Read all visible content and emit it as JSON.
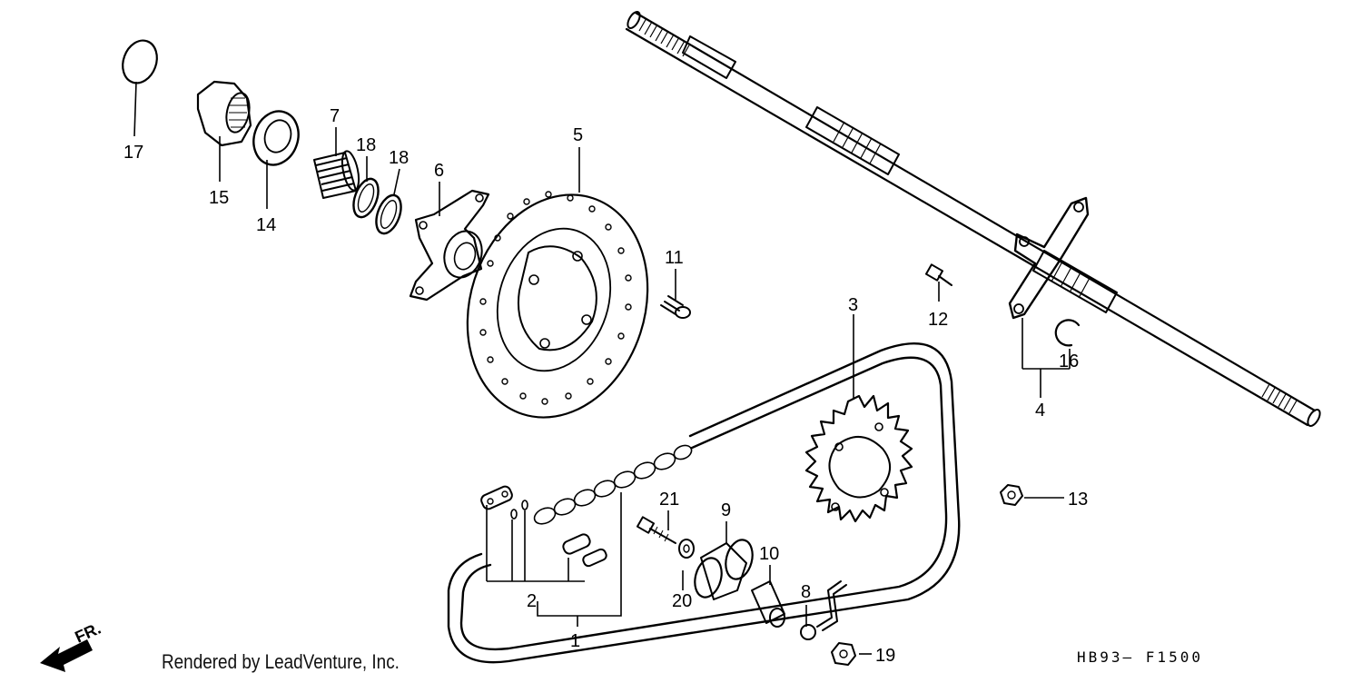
{
  "diagram": {
    "callouts": [
      {
        "id": "1",
        "text": "1"
      },
      {
        "id": "2",
        "text": "2"
      },
      {
        "id": "3",
        "text": "3"
      },
      {
        "id": "4",
        "text": "4"
      },
      {
        "id": "5",
        "text": "5"
      },
      {
        "id": "6",
        "text": "6"
      },
      {
        "id": "7",
        "text": "7"
      },
      {
        "id": "8",
        "text": "8"
      },
      {
        "id": "9",
        "text": "9"
      },
      {
        "id": "10",
        "text": "10"
      },
      {
        "id": "11",
        "text": "11"
      },
      {
        "id": "12",
        "text": "12"
      },
      {
        "id": "13",
        "text": "13"
      },
      {
        "id": "14",
        "text": "14"
      },
      {
        "id": "15",
        "text": "15"
      },
      {
        "id": "16",
        "text": "16"
      },
      {
        "id": "17",
        "text": "17"
      },
      {
        "id": "18a",
        "text": "18"
      },
      {
        "id": "18b",
        "text": "18"
      },
      {
        "id": "19",
        "text": "19"
      },
      {
        "id": "20",
        "text": "20"
      },
      {
        "id": "21",
        "text": "21"
      }
    ],
    "direction_label": "FR.",
    "credit": "Rendered by LeadVenture, Inc.",
    "diagram_code": "HB93– F1500"
  }
}
